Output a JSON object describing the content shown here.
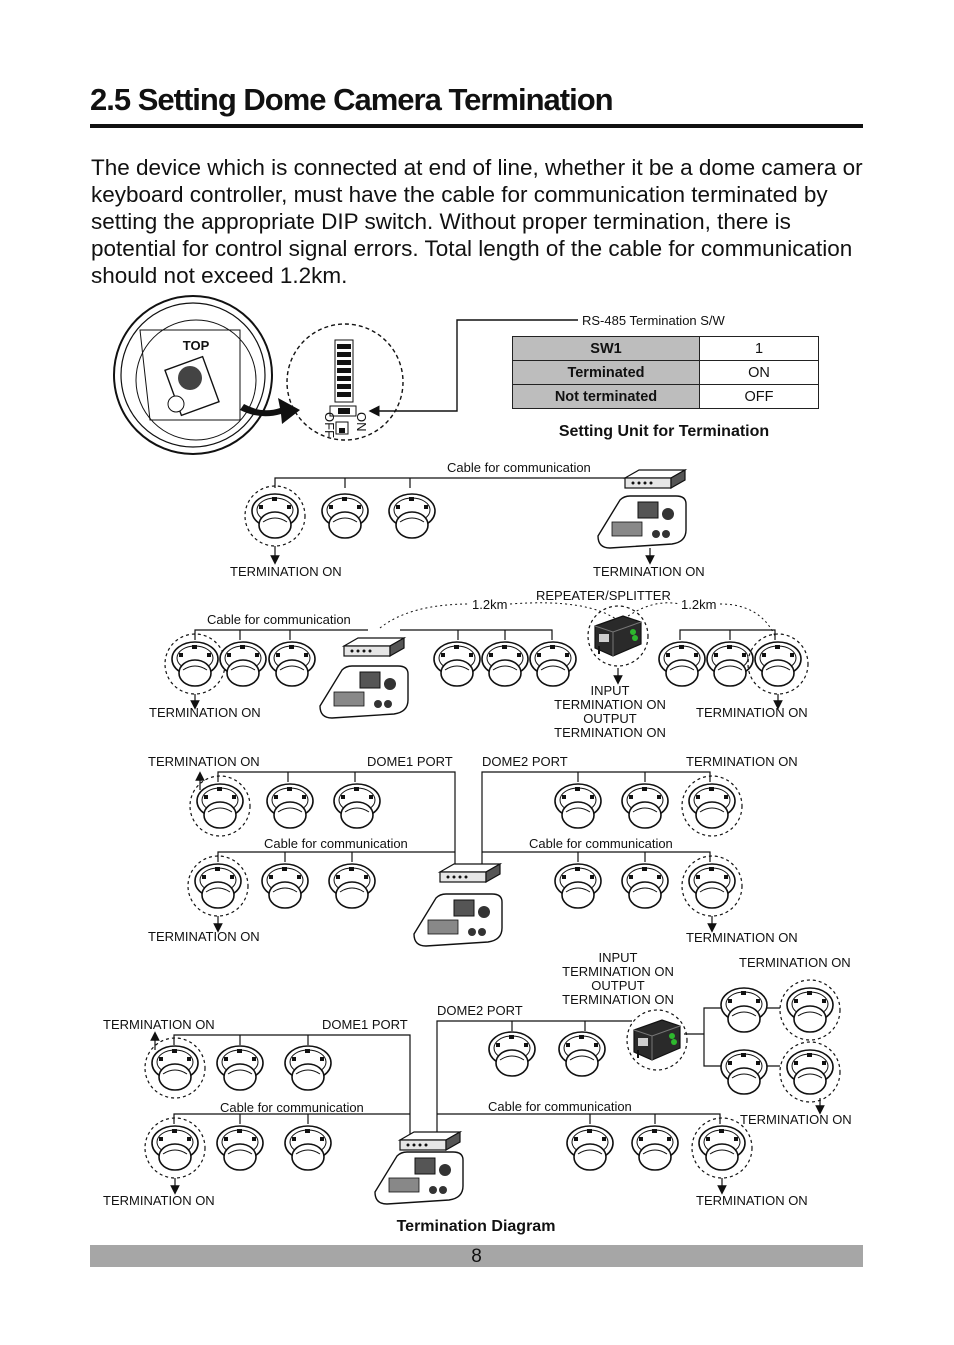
{
  "page": {
    "title": "2.5 Setting Dome Camera Termination",
    "intro": "The device which is connected at end of line, whether it be a dome camera or keyboard controller, must have the cable for communication terminated by setting the appropriate DIP switch.  Without proper termination, there is potential for control signal errors. Total length of the cable for communication should not exceed 1.2km.",
    "page_number": "8"
  },
  "setting_unit": {
    "top_label": "TOP",
    "switch_label": "RS-485 Termination S/W",
    "dip_on": "ON",
    "dip_off": "OFF",
    "table": {
      "header_label": "SW1",
      "header_value": "1",
      "row1_label": "Terminated",
      "row1_value": "ON",
      "row2_label": "Not terminated",
      "row2_value": "OFF"
    },
    "caption": "Setting Unit for Termination"
  },
  "diagram": {
    "cable": "Cable for communication",
    "term_on": "TERMINATION ON",
    "distance": "1.2km",
    "repeater": "REPEATER/SPLITTER",
    "input": "INPUT",
    "output": "OUTPUT",
    "dome1_port": "DOME1 PORT",
    "dome2_port": "DOME2 PORT",
    "caption": "Termination Diagram"
  }
}
